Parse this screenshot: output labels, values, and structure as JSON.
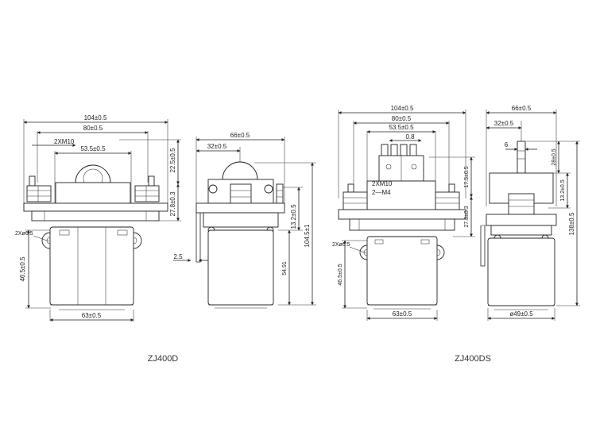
{
  "labels": {
    "left_model": "ZJ400D",
    "right_model": "ZJ400DS"
  },
  "left_front": {
    "width_overall": "104±0.5",
    "width_terminals": "80±0.5",
    "terminal_thread": "2XM10",
    "width_mount": "53.5±0.5",
    "hole_callout": "2Xø6.5",
    "height_body": "46.5±0.5",
    "body_diameter": "63±0.5",
    "dome_height": "22.5±0.5",
    "flange_height": "27.8±0.3"
  },
  "left_side": {
    "width_overall": "66±0.5",
    "offset": "32±0.5",
    "bracket_thickness": "2.5",
    "terminal_height": "13.2±0.5",
    "body_height": "54.91",
    "total_height": "104.5±1"
  },
  "right_front": {
    "width_overall": "104±0.5",
    "width_terminals": "80±0.5",
    "width_mount": "53.5±0.5",
    "aux_pitch": "0.8",
    "terminal_thread": "2XM10",
    "aux_thread": "2—M4",
    "hole_callout": "2Xø6.5",
    "height_body": "46.5±0.5",
    "body_diameter": "63±0.5",
    "aux_height": "17.5±0.5",
    "flange_height": "27.8±0.3"
  },
  "right_side": {
    "width_overall": "66±0.5",
    "offset": "32±0.5",
    "stud_width": "6",
    "stud_height": "28±0.5",
    "terminal_height": "13.2±0.5",
    "total_height": "138±0.5",
    "body_diameter": "ø49±0.5"
  }
}
